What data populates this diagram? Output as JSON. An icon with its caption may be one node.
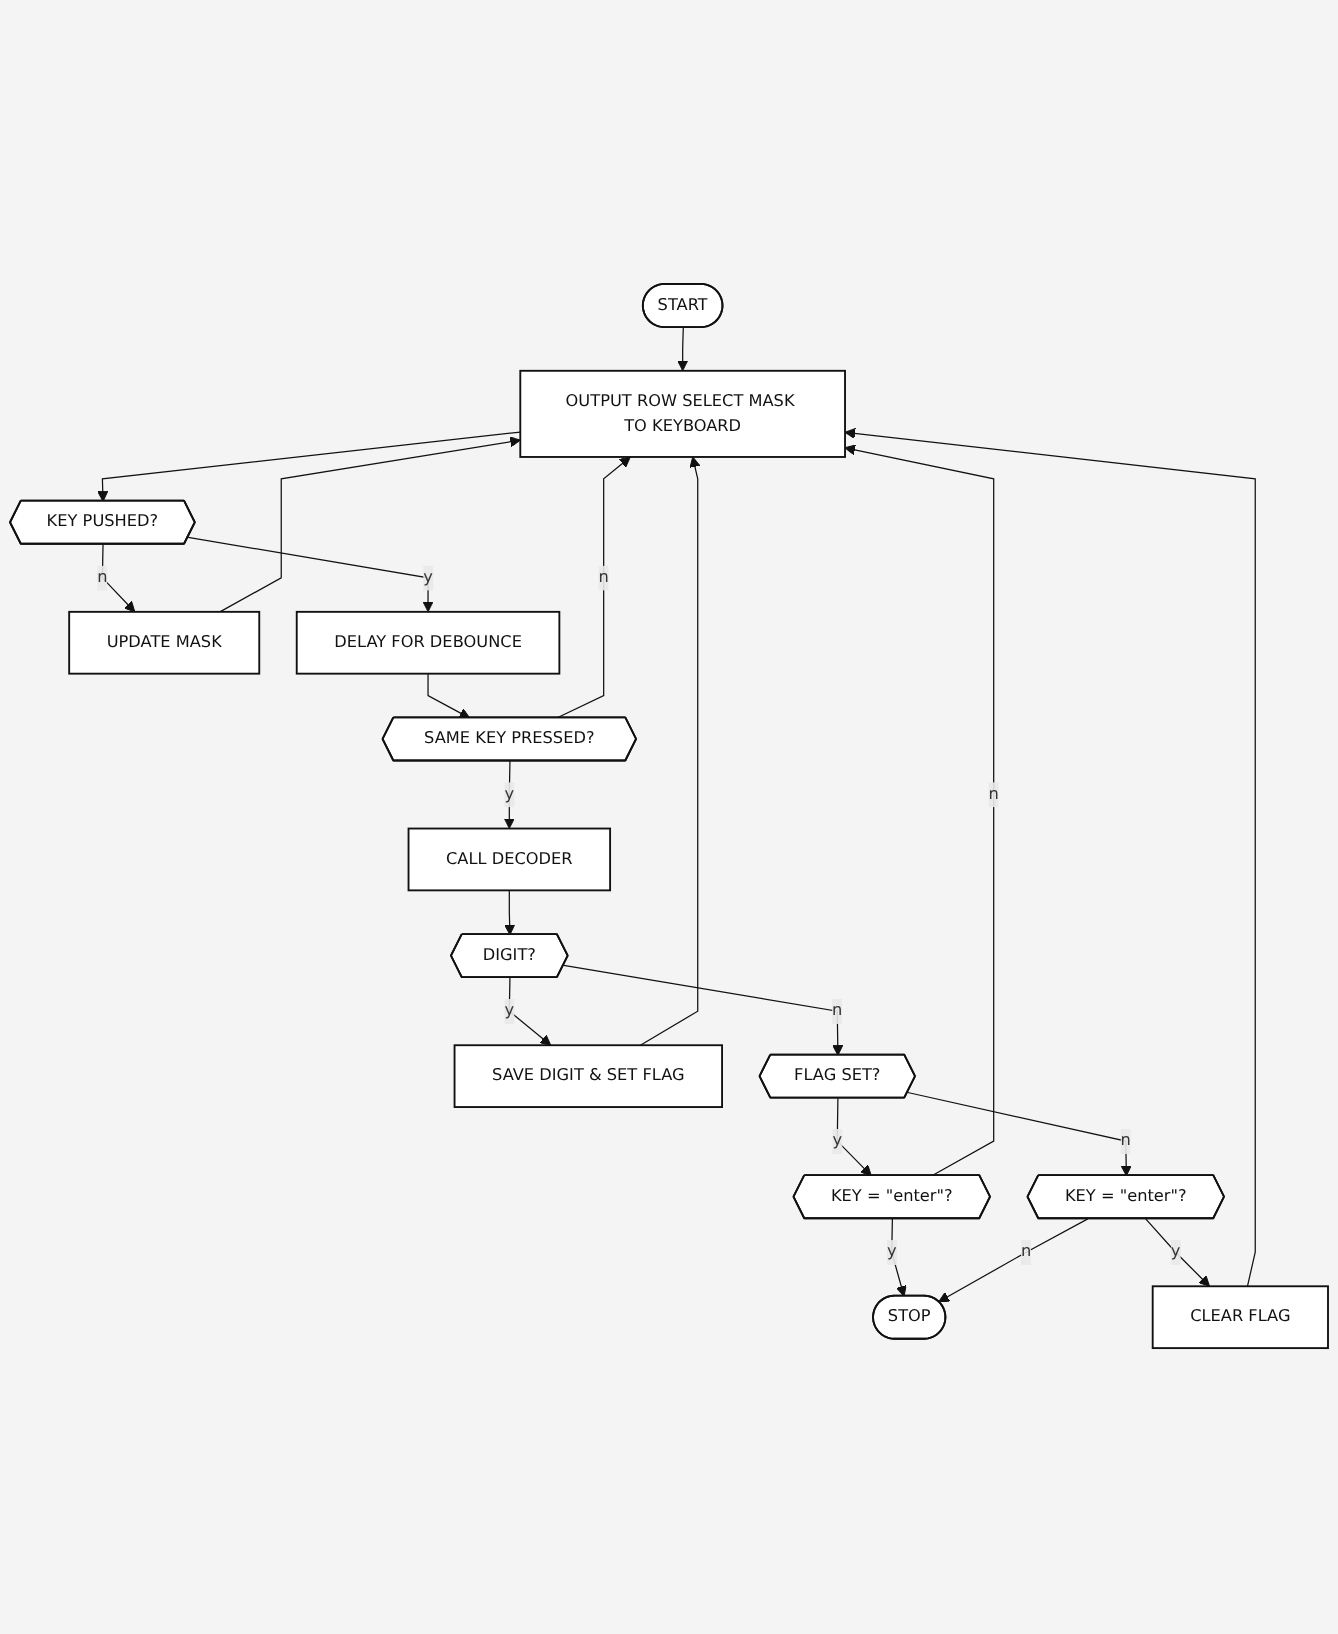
{
  "diagram": {
    "nodes": [
      {
        "text": [
          "START"
        ]
      },
      {
        "text": [
          "OUTPUT ROW SELECT MASK TO KEYBOARD"
        ]
      },
      {
        "text": [
          "KEY PUSHED?"
        ]
      },
      {
        "text": [
          "UPDATE MASK"
        ]
      },
      {
        "text": [
          "DELAY FOR DEBOUNCE"
        ]
      },
      {
        "text": [
          "SAME KEY PRESSED?"
        ]
      },
      {
        "text": [
          "CALL DECODER"
        ]
      },
      {
        "text": [
          "DIGIT?"
        ]
      },
      {
        "text": [
          "SAVE DIGIT & SET FLAG"
        ]
      },
      {
        "text": [
          "FLAG SET?"
        ]
      },
      {
        "text": [
          "KEY = \"enter\"?"
        ]
      },
      {
        "text": [
          "KEY = \"enter\"?"
        ]
      },
      {
        "text": [
          "STOP"
        ]
      },
      {
        "text": [
          "CLEAR FLAG"
        ]
      }
    ],
    "edges": [
      {
        "from": 0,
        "to": 1,
        "arrow": "to"
      },
      {
        "from": 1,
        "to": 2,
        "arrow": "to"
      },
      {
        "from": 2,
        "to": 3,
        "label": "n",
        "arrow": "to"
      },
      {
        "from": 3,
        "to": 1,
        "arrow": "to"
      },
      {
        "from": 2,
        "to": 4,
        "label": "y",
        "arrow": "to"
      },
      {
        "from": 4,
        "to": 5,
        "arrow": "to"
      },
      {
        "from": 5,
        "to": 1,
        "label": "n",
        "arrow": "to"
      },
      {
        "from": 5,
        "to": 6,
        "label": "y",
        "arrow": "to"
      },
      {
        "from": 6,
        "to": 7,
        "arrow": "to"
      },
      {
        "from": 7,
        "to": 8,
        "label": "y",
        "arrow": "to"
      },
      {
        "from": 7,
        "to": 9,
        "label": "n",
        "arrow": "to"
      },
      {
        "from": 8,
        "to": 1,
        "arrow": "to"
      },
      {
        "from": 9,
        "to": 10,
        "label": "y",
        "arrow": "to"
      },
      {
        "from": 9,
        "to": 11,
        "label": "n",
        "arrow": "to"
      },
      {
        "from": 10,
        "to": 1,
        "label": "n",
        "arrow": "to"
      },
      {
        "from": 10,
        "to": 12,
        "label": "y",
        "arrow": "to"
      },
      {
        "from": 11,
        "to": 12,
        "label": "n",
        "arrow": "to"
      },
      {
        "from": 11,
        "to": 13,
        "label": "y",
        "arrow": "to"
      },
      {
        "from": 13,
        "to": 1,
        "arrow": "to"
      }
    ]
  }
}
